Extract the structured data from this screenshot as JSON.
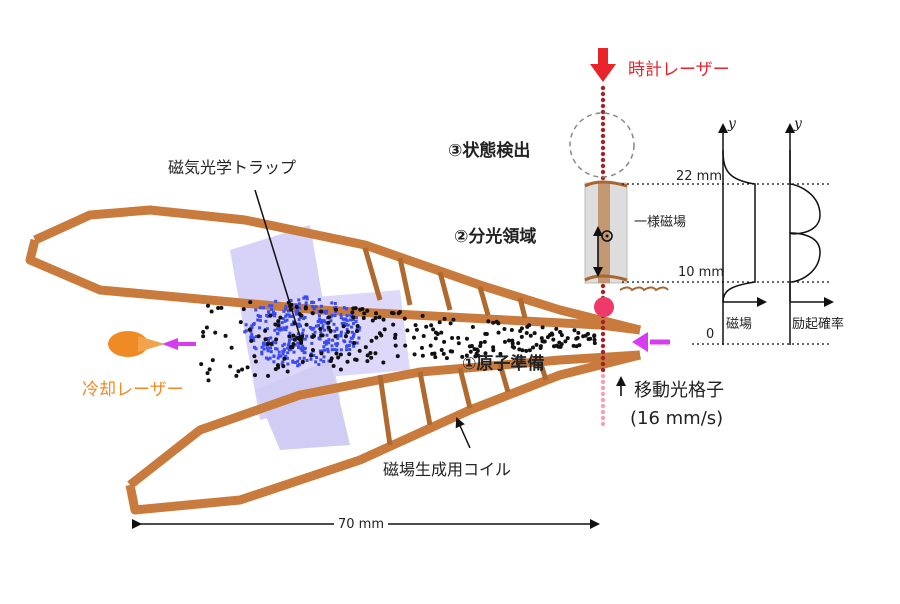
{
  "labels": {
    "clock_laser": "時計レーザー",
    "state_detection": "③状態検出",
    "mot": "磁気光学トラップ",
    "spectroscopy_region": "②分光領域",
    "uniform_field": "一様磁場",
    "atom_prep": "①原子準備",
    "cooling_laser": "冷却レーザー",
    "moving_lattice": "移動光格子",
    "lattice_speed": "(16 mm/s)",
    "coil": "磁場生成用コイル",
    "width": "70 mm",
    "h22": "22 mm",
    "h10": "10 mm",
    "h0": "0",
    "y_axis_1": "y",
    "y_axis_2": "y",
    "field_plot": "磁場",
    "excitation_plot": "励起確率"
  },
  "colors": {
    "coil": "#c87b3d",
    "coil_dark": "#8a4f22",
    "clock_laser": "#e8232a",
    "cooling_laser": "#f08a24",
    "mot_cloud": "#3a4cf0",
    "beam": "#b9a8f0",
    "arrow_magenta": "#d83cf0"
  }
}
